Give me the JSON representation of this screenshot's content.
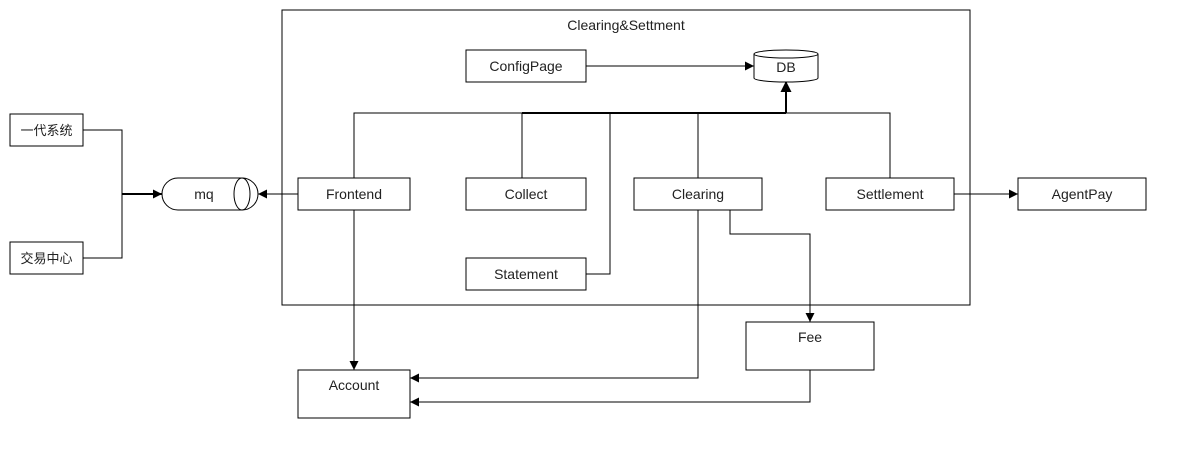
{
  "diagram": {
    "container_title": "Clearing&Settment",
    "nodes": {
      "yidai": "一代系统",
      "jiaoyi": "交易中心",
      "mq": "mq",
      "frontend": "Frontend",
      "configpage": "ConfigPage",
      "db": "DB",
      "collect": "Collect",
      "clearing": "Clearing",
      "settlement": "Settlement",
      "statement": "Statement",
      "agentpay": "AgentPay",
      "fee": "Fee",
      "account": "Account"
    }
  }
}
